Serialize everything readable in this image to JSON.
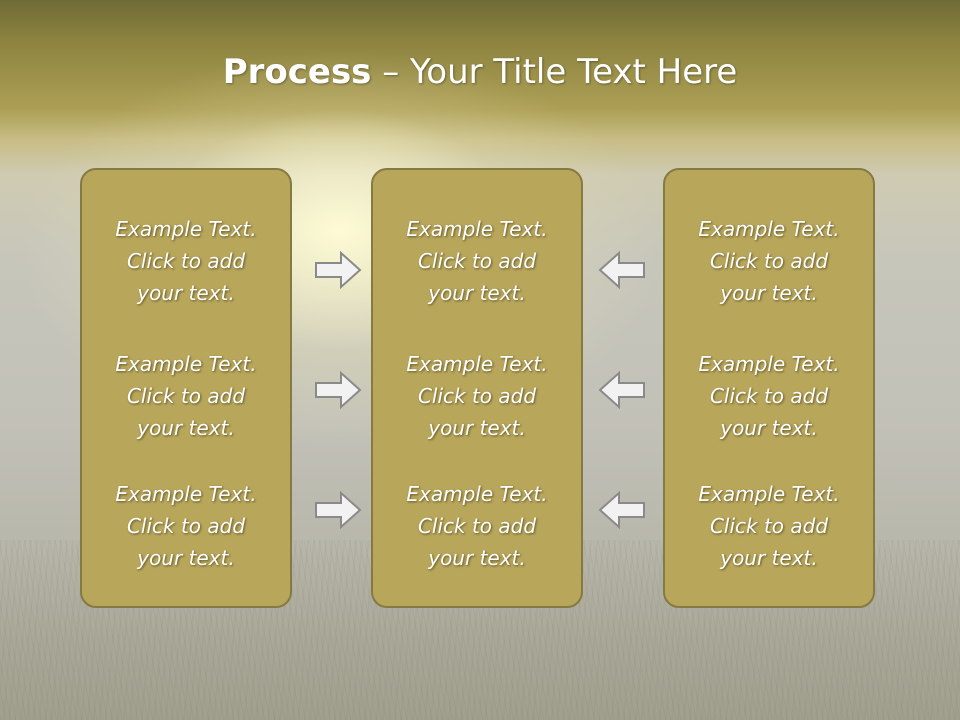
{
  "title": {
    "bold": "Process",
    "rest": " – Your Title Text Here"
  },
  "columns": [
    {
      "items": [
        {
          "line1": "Example Text.",
          "line2": "Click  to add",
          "line3": "your text."
        },
        {
          "line1": "Example Text.",
          "line2": "Click  to add",
          "line3": "your text."
        },
        {
          "line1": "Example Text.",
          "line2": "Click  to add",
          "line3": "your text."
        }
      ]
    },
    {
      "items": [
        {
          "line1": "Example Text.",
          "line2": "Click  to add",
          "line3": "your text."
        },
        {
          "line1": "Example Text.",
          "line2": "Click  to add",
          "line3": "your text."
        },
        {
          "line1": "Example Text.",
          "line2": "Click  to add",
          "line3": "your text."
        }
      ]
    },
    {
      "items": [
        {
          "line1": "Example Text.",
          "line2": "Click  to add",
          "line3": "your text."
        },
        {
          "line1": "Example Text.",
          "line2": "Click  to add",
          "line3": "your text."
        },
        {
          "line1": "Example Text.",
          "line2": "Click  to add",
          "line3": "your text."
        }
      ]
    }
  ],
  "arrows": {
    "left_group": "arrow-right-icon",
    "right_group": "arrow-left-icon"
  }
}
